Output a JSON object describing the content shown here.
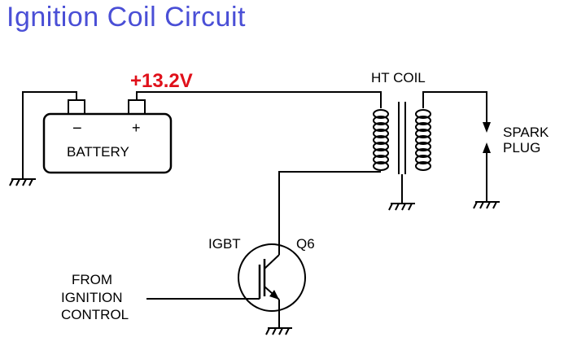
{
  "title": "Ignition Coil Circuit",
  "labels": {
    "voltage": "+13.2V",
    "ht_coil": "HT COIL",
    "battery": "BATTERY",
    "battery_minus": "−",
    "battery_plus": "+",
    "spark_plug_line1": "SPARK",
    "spark_plug_line2": "PLUG",
    "igbt": "IGBT",
    "q6": "Q6",
    "from_line1": "FROM",
    "from_line2": "IGNITION",
    "from_line3": "CONTROL"
  },
  "colors": {
    "title": "#4a4fd6",
    "voltage": "#e0101a",
    "wire": "#000000"
  }
}
